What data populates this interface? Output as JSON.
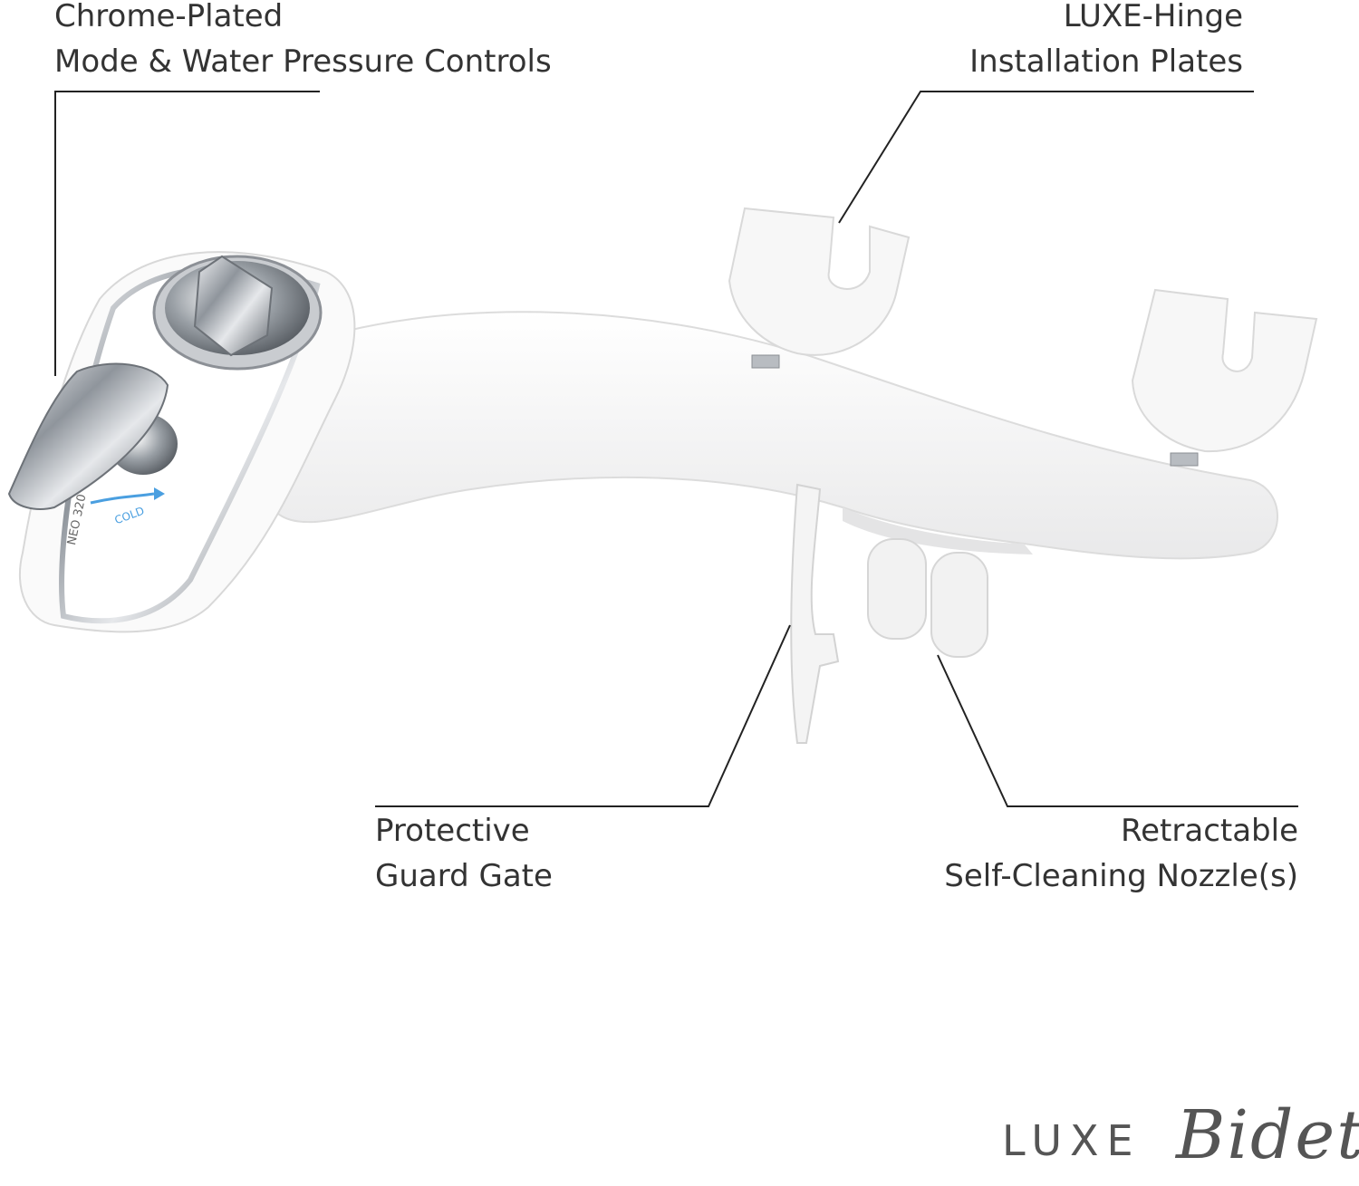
{
  "callouts": {
    "controls": {
      "line1": "Chrome-Plated",
      "line2": "Mode & Water Pressure Controls"
    },
    "hinge": {
      "line1": "LUXE-Hinge",
      "line2": "Installation Plates"
    },
    "guard": {
      "line1": "Protective",
      "line2": "Guard Gate"
    },
    "nozzle": {
      "line1": "Retractable",
      "line2": "Self-Cleaning Nozzle(s)"
    }
  },
  "product_markings": {
    "model": "NEO 320",
    "cold_label": "COLD"
  },
  "logo": {
    "word1": "LUXE",
    "word2": "Bidet"
  },
  "colors": {
    "text": "#333333",
    "line": "#222222",
    "body": "#f4f4f4",
    "chrome": "#9aa0a6",
    "accent": "#4a9fe0"
  }
}
